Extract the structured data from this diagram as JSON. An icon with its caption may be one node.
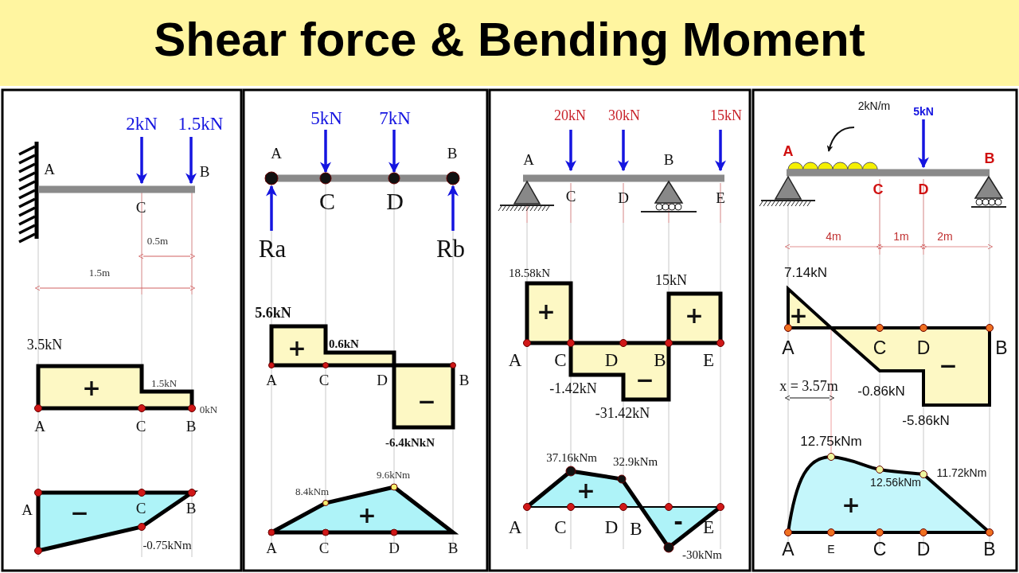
{
  "diagram": {
    "title": "Shear force & Bending Moment",
    "labels": [
      "2kN",
      "1.5kN",
      "A",
      "B",
      "C",
      "0.5m",
      "1.5m",
      "3.5kN",
      "+",
      "1.5kN",
      "0kN",
      "A",
      "C",
      "B",
      "A",
      "−",
      "C",
      "B",
      "-0.75kNm",
      "5kN",
      "7kN",
      "A",
      "B",
      "C",
      "D",
      "Ra",
      "Rb",
      "5.6kN",
      "+",
      "0.6kN",
      "A",
      "C",
      "D",
      "B",
      "−",
      "-6.4kNkN",
      "9.6kNm",
      "8.4kNm",
      "+",
      "A",
      "C",
      "D",
      "B",
      "20kN",
      "30kN",
      "15kN",
      "A",
      "B",
      "C",
      "D",
      "E",
      "18.58kN",
      "15kN",
      "+",
      "+",
      "A",
      "C",
      "D",
      "B",
      "E",
      "-1.42kN",
      "−",
      "-31.42kN",
      "37.16kNm",
      "32.9kNm",
      "+",
      "A",
      "C",
      "D",
      "B",
      "-",
      "E",
      "-30kNm",
      "5kN",
      "2kN/m",
      "A",
      "B",
      "C",
      "D",
      "4m",
      "1m",
      "2m",
      "7.14kN",
      "+",
      "A",
      "C",
      "D",
      "B",
      "−",
      "x = 3.57m",
      "-0.86kN",
      "-5.86kN",
      "12.75kNm",
      "12.56kNm",
      "11.72kNm",
      "+",
      "A",
      "E",
      "C",
      "D",
      "B"
    ]
  }
}
